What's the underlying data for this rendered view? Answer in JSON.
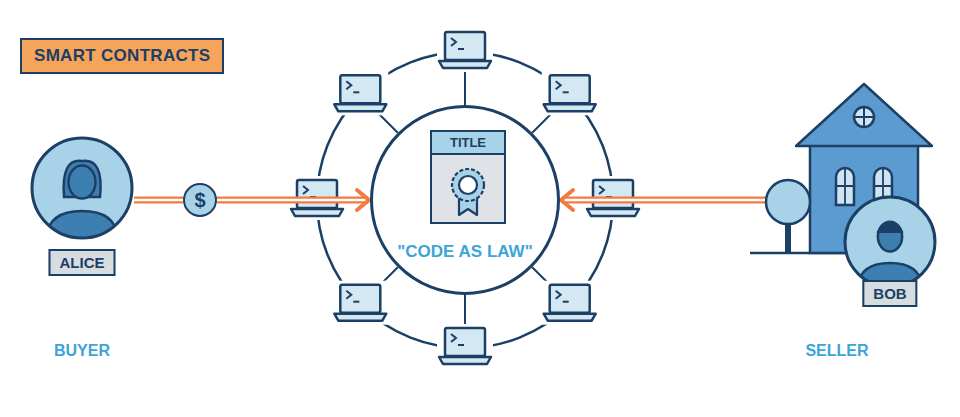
{
  "diagram": {
    "title": "SMART CONTRACTS",
    "nodes": [
      {
        "text": [
          "ALICE"
        ]
      },
      {
        "text": [
          "$"
        ]
      },
      {
        "text": [
          "\"CODE AS LAW\""
        ]
      },
      {
        "text": [
          "TITLE"
        ],
        "in": 2
      },
      {
        "text": [
          "BOB"
        ]
      }
    ],
    "edges": [
      {
        "from": 0,
        "to": 1,
        "arrow": "none"
      },
      {
        "from": 1,
        "to": 2,
        "arrow": "to"
      },
      {
        "from": 4,
        "to": 2,
        "arrow": "to"
      }
    ],
    "labels": [
      "BUYER",
      "SELLER"
    ]
  }
}
